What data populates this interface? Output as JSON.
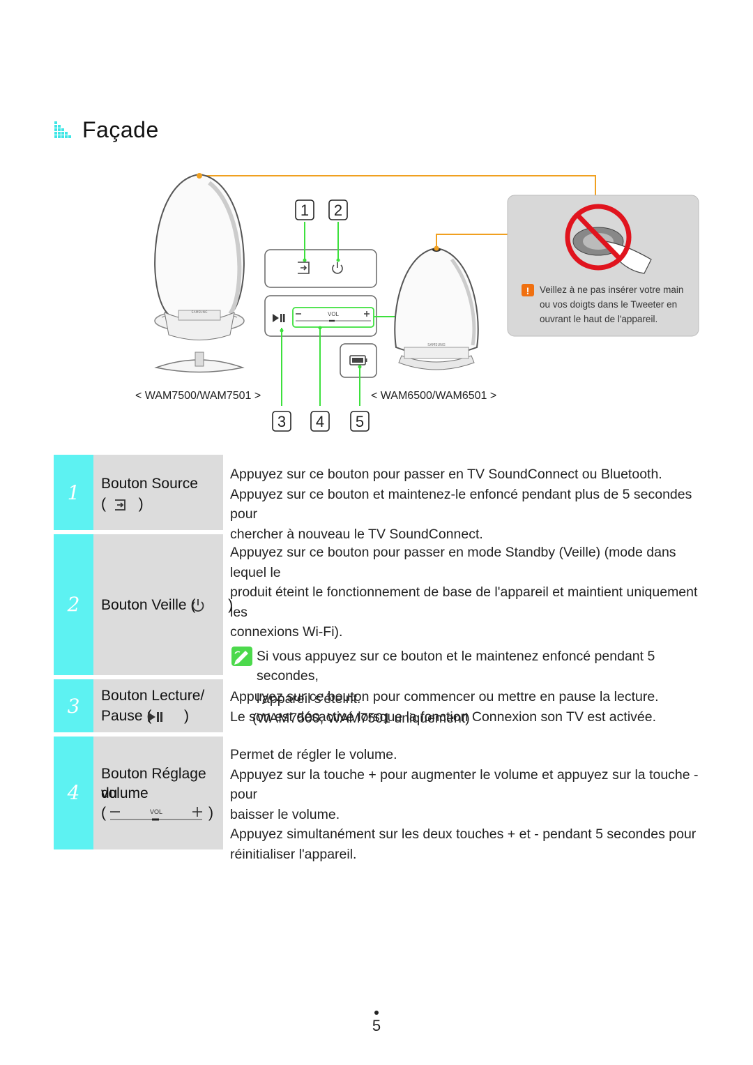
{
  "section": {
    "title": "Façade",
    "icon": "section-bullet-icon"
  },
  "diagram": {
    "model_left": "< WAM7500/WAM7501 >",
    "model_right": "< WAM6500/WAM6501 >",
    "callouts_top": [
      "1",
      "2"
    ],
    "callouts_bottom": [
      "3",
      "4",
      "5"
    ],
    "vol_label": "VOL",
    "brand_label": "SAMSUNG",
    "warning": {
      "icon": "caution-icon",
      "lines": [
        "Veillez à ne pas insérer votre main",
        "ou vos doigts dans le Tweeter en",
        "ouvrant le haut de l'appareil."
      ]
    }
  },
  "rows": [
    {
      "num": "1",
      "label_lines": [
        "Bouton Source",
        "(        )"
      ],
      "desc": [
        "Appuyez sur ce bouton pour passer en TV SoundConnect ou Bluetooth.",
        "Appuyez sur ce bouton et maintenez-le enfoncé pendant plus de 5 secondes pour",
        "chercher à nouveau le TV SoundConnect."
      ]
    },
    {
      "num": "2",
      "label_lines": [
        "Bouton Veille (        )"
      ],
      "desc": [
        "Appuyez sur ce bouton pour passer en mode Standby (Veille) (mode dans lequel le",
        "produit éteint le fonctionnement de base de l'appareil et maintient uniquement les",
        "connexions Wi-Fi)."
      ],
      "note_lines": [
        "Si vous appuyez sur ce bouton et le maintenez enfoncé pendant 5 secondes,",
        "l'appareil s'éteint.",
        "(WAM7500, WAM7501 uniquement)"
      ]
    },
    {
      "num": "3",
      "label_lines": [
        "Bouton Lecture/",
        "Pause (        )"
      ],
      "desc": [
        "Appuyez sur ce bouton pour commencer ou mettre en pause la lecture.",
        "Le son est désactivé lorsque la fonction Connexion son TV est activée."
      ]
    },
    {
      "num": "4",
      "label_lines": [
        "Bouton Réglage du",
        "volume",
        "(",
        ")"
      ],
      "vol_label": "VOL",
      "desc": [
        "Permet de régler le volume.",
        "Appuyez sur la touche + pour augmenter le volume et appuyez sur la touche - pour",
        "baisser le volume.",
        "Appuyez simultanément sur les deux touches + et - pendant 5 secondes pour",
        "réinitialiser l'appareil."
      ]
    }
  ],
  "page_number": "5",
  "colors": {
    "accent_cyan": "#5df2f2",
    "label_gray": "#dcdcdc",
    "callout_green": "#3de03d",
    "callout_orange": "#f0a020",
    "prohibit_red": "#e0141e"
  }
}
